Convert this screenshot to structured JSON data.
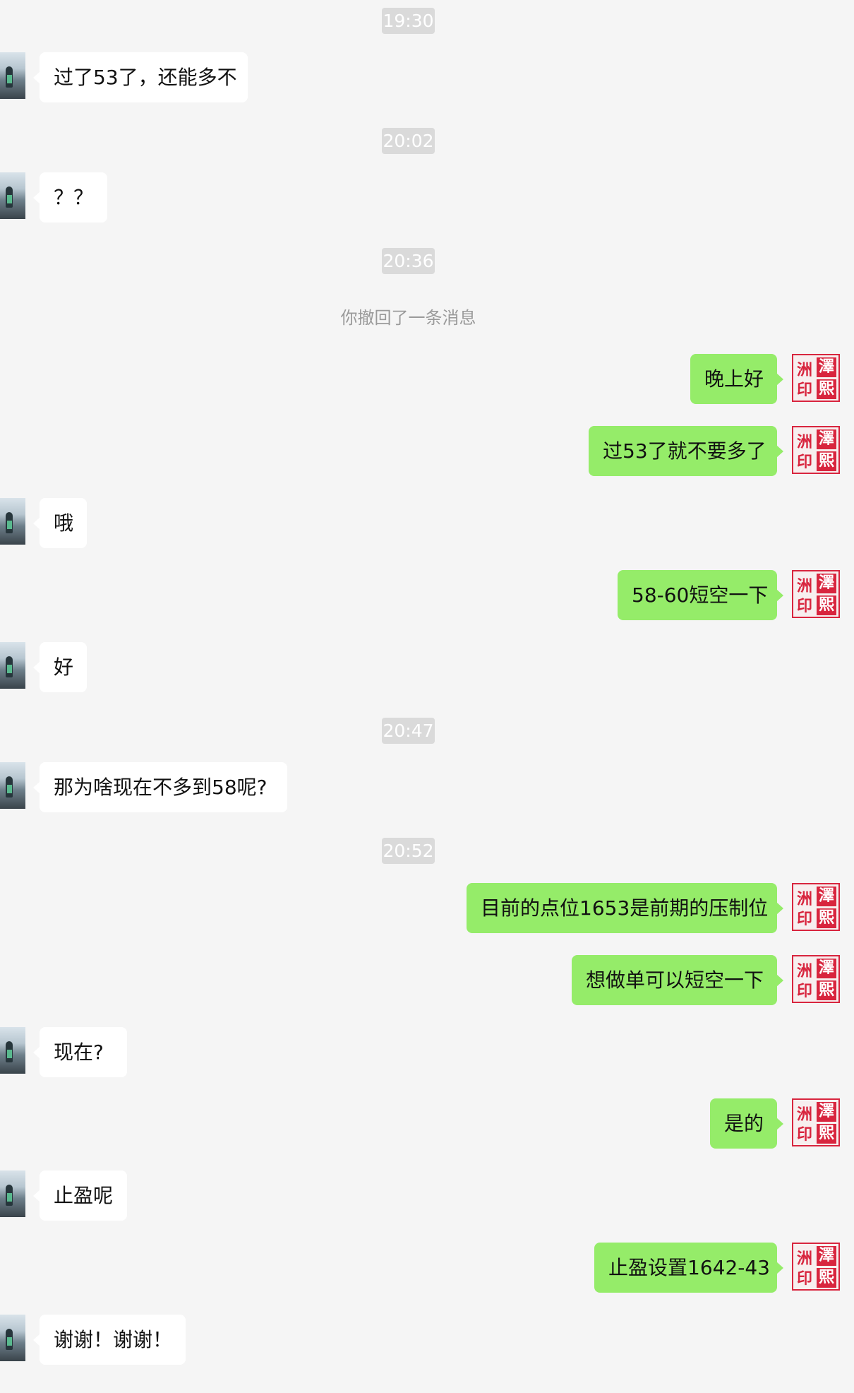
{
  "colors": {
    "background": "#f5f5f5",
    "outgoing_bubble": "#95ec69",
    "incoming_bubble": "#ffffff",
    "timestamp_bg": "#dadada",
    "seal_red": "#d8253e"
  },
  "avatars": {
    "contact_icon": "contact-photo-avatar",
    "self_icon": "red-seal-avatar",
    "self_seal_chars": [
      "洲",
      "印",
      "澤",
      "熙"
    ]
  },
  "timestamps": [
    "19:30",
    "20:02",
    "20:36",
    "20:47",
    "20:52"
  ],
  "system_notice": "你撤回了一条消息",
  "messages": [
    {
      "side": "in",
      "text": "过了53了，还能多不"
    },
    {
      "side": "in",
      "text": "？？"
    },
    {
      "side": "out",
      "text": "晚上好"
    },
    {
      "side": "out",
      "text": "过53了就不要多了"
    },
    {
      "side": "in",
      "text": "哦"
    },
    {
      "side": "out",
      "text": "58-60短空一下"
    },
    {
      "side": "in",
      "text": "好"
    },
    {
      "side": "in",
      "text": "那为啥现在不多到58呢?"
    },
    {
      "side": "out",
      "text": "目前的点位1653是前期的压制位"
    },
    {
      "side": "out",
      "text": "想做单可以短空一下"
    },
    {
      "side": "in",
      "text": "现在?"
    },
    {
      "side": "out",
      "text": "是的"
    },
    {
      "side": "in",
      "text": "止盈呢"
    },
    {
      "side": "out",
      "text": "止盈设置1642-43"
    },
    {
      "side": "in",
      "text": "谢谢！谢谢！"
    }
  ]
}
